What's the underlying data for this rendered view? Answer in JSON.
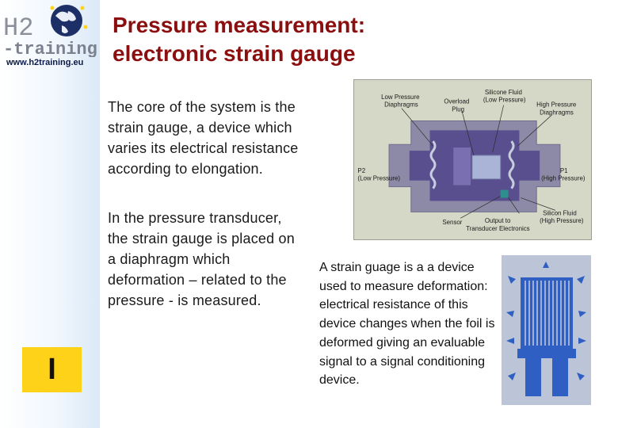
{
  "logo": {
    "brand_top": "H2",
    "brand_bottom": "-training",
    "url": "www.h2training.eu"
  },
  "slide": {
    "title_line1": "Pressure measurement:",
    "title_line2": "electronic strain gauge",
    "paragraph1": "The core of the system is the strain gauge, a device which varies its electrical resistance according to elongation.",
    "paragraph2": "In the pressure transducer, the strain gauge is placed on a diaphragm which deformation – related to the pressure - is measured.",
    "caption": "A strain guage is a a device used to measure deformation: electrical resistance of this device changes when the foil is deformed giving an evaluable signal to a signal conditioning device.",
    "number_badge": "I"
  },
  "diagram_labels": {
    "low_pressure_diaphragms": [
      "Low Pressure",
      "Diaphragms"
    ],
    "overload_plug": [
      "Overload",
      "Plug"
    ],
    "silicone_fluid_low": [
      "Silicone Fluid",
      "(Low Pressure)"
    ],
    "high_pressure_diaphragms": [
      "High Pressure",
      "Diaphragms"
    ],
    "p2": [
      "P2",
      "(Low Pressure)"
    ],
    "p1": [
      "P1",
      "(High Pressure)"
    ],
    "sensor": "Sensor",
    "output": [
      "Output to",
      "Transducer Electronics"
    ],
    "silicon_fluid_high": [
      "Silicon Fluid",
      "(High Pressure)"
    ]
  },
  "colors": {
    "title": "#8b0f0f",
    "badge": "#ffd21a",
    "diagram_bg": "#d6d8c7",
    "housing": "#8d8aa8",
    "chamber": "#5a4f8e",
    "gauge_foil": "#2f5fc2"
  }
}
